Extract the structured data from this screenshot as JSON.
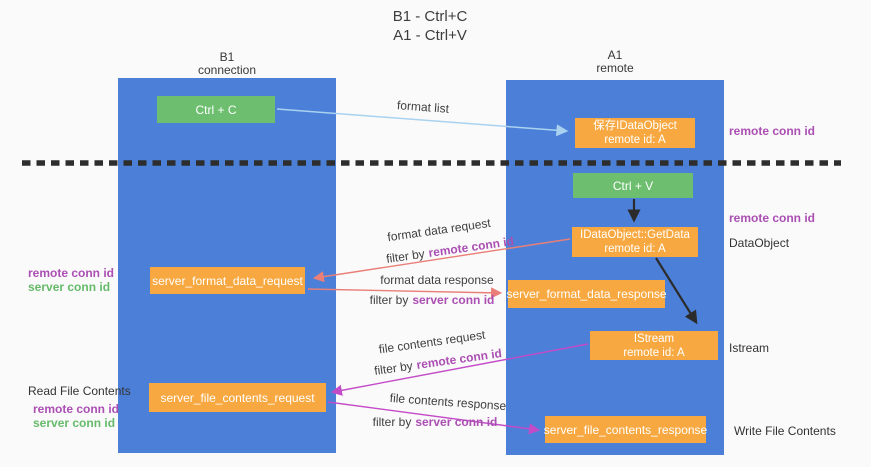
{
  "title": {
    "line1": "B1 - Ctrl+C",
    "line2": "A1 - Ctrl+V"
  },
  "lifelines": {
    "left": {
      "title": "B1",
      "subtitle": "connection"
    },
    "right": {
      "title": "A1",
      "subtitle": "remote"
    }
  },
  "boxes": {
    "ctrl_c": {
      "label": "Ctrl + C"
    },
    "ctrl_v": {
      "label": "Ctrl + V"
    },
    "save_dataobject": {
      "line1": "保存IDataObject",
      "line2": "remote id: A"
    },
    "getdata": {
      "line1": "IDataObject::GetData",
      "line2": "remote id: A"
    },
    "istream": {
      "line1": "IStream",
      "line2": "remote id: A"
    },
    "format_request": {
      "label": "server_format_data_request"
    },
    "format_response": {
      "label": "server_format_data_response"
    },
    "file_request": {
      "label": "server_file_contents_request"
    },
    "file_response": {
      "label": "server_file_contents_response"
    }
  },
  "arrows": {
    "format_list": {
      "label": "format list"
    },
    "format_request": {
      "label": "format data request",
      "filter_prefix": "filter by",
      "filter_key": "remote conn id"
    },
    "format_response": {
      "label": "format data response",
      "filter_prefix": "filter by",
      "filter_key": "server conn id"
    },
    "file_request": {
      "label": "file contents request",
      "filter_prefix": "filter by",
      "filter_key": "remote conn id"
    },
    "file_response": {
      "label": "file contents response",
      "filter_prefix": "filter by",
      "filter_key": "server conn id"
    }
  },
  "annotations": {
    "right_remote_conn_id_top": "remote conn id",
    "right_remote_conn_id_mid": "remote conn id",
    "dataobject": "DataObject",
    "istream": "Istream",
    "write_file_contents": "Write File Contents",
    "left_remote_conn_id_mid": "remote conn id",
    "left_server_conn_id_mid": "server conn id",
    "read_file_contents": "Read File Contents",
    "left_remote_conn_id_bottom": "remote conn id",
    "left_server_conn_id_bottom": "server conn id"
  },
  "colors": {
    "lifeline_blue": "#4c80d8",
    "action_green": "#6dbf6f",
    "message_orange": "#f8a840",
    "remote_conn_purple": "#ab4fb3",
    "server_conn_green": "#66bb6a",
    "format_arrow_red": "#e97f78",
    "file_arrow_magenta": "#c44bc8",
    "format_list_blue": "#a9d2f0",
    "separator_dash": "#2d2d2d"
  }
}
